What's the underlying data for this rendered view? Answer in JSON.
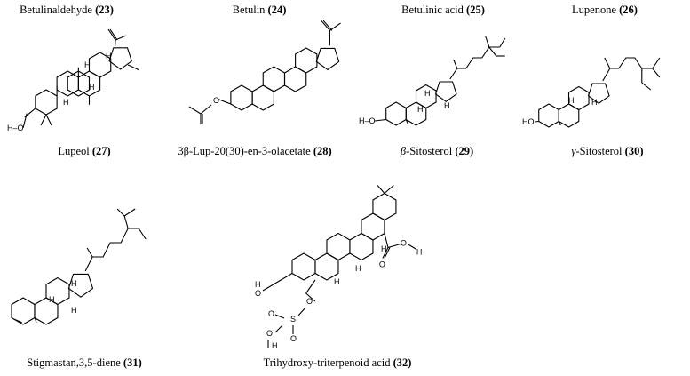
{
  "captions": {
    "c23": {
      "name": "Betulinaldehyde",
      "num": "(23)"
    },
    "c24": {
      "name": "Betulin",
      "num": "(24)"
    },
    "c25": {
      "name": "Betulinic acid",
      "num": "(25)"
    },
    "c26": {
      "name": "Lupenone",
      "num": "(26)"
    },
    "c27": {
      "name": "Lupeol",
      "num": "(27)"
    },
    "c28": {
      "name": "3β-Lup-20(30)-en-3-olacetate",
      "num": "(28)"
    },
    "c29": {
      "prefix": "β",
      "name": "-Sitosterol",
      "num": "(29)"
    },
    "c30": {
      "prefix": "γ",
      "name": "-Sitosterol",
      "num": "(30)"
    },
    "c31": {
      "name": "Stigmastan,3,5-diene",
      "num": "(31)"
    },
    "c32": {
      "name": "Trihydroxy-triterpenoid acid",
      "num": "(32)"
    }
  },
  "atom_labels": {
    "h": "H",
    "ho": "HO",
    "o": "O",
    "s": "S",
    "h_o": "H–O"
  }
}
